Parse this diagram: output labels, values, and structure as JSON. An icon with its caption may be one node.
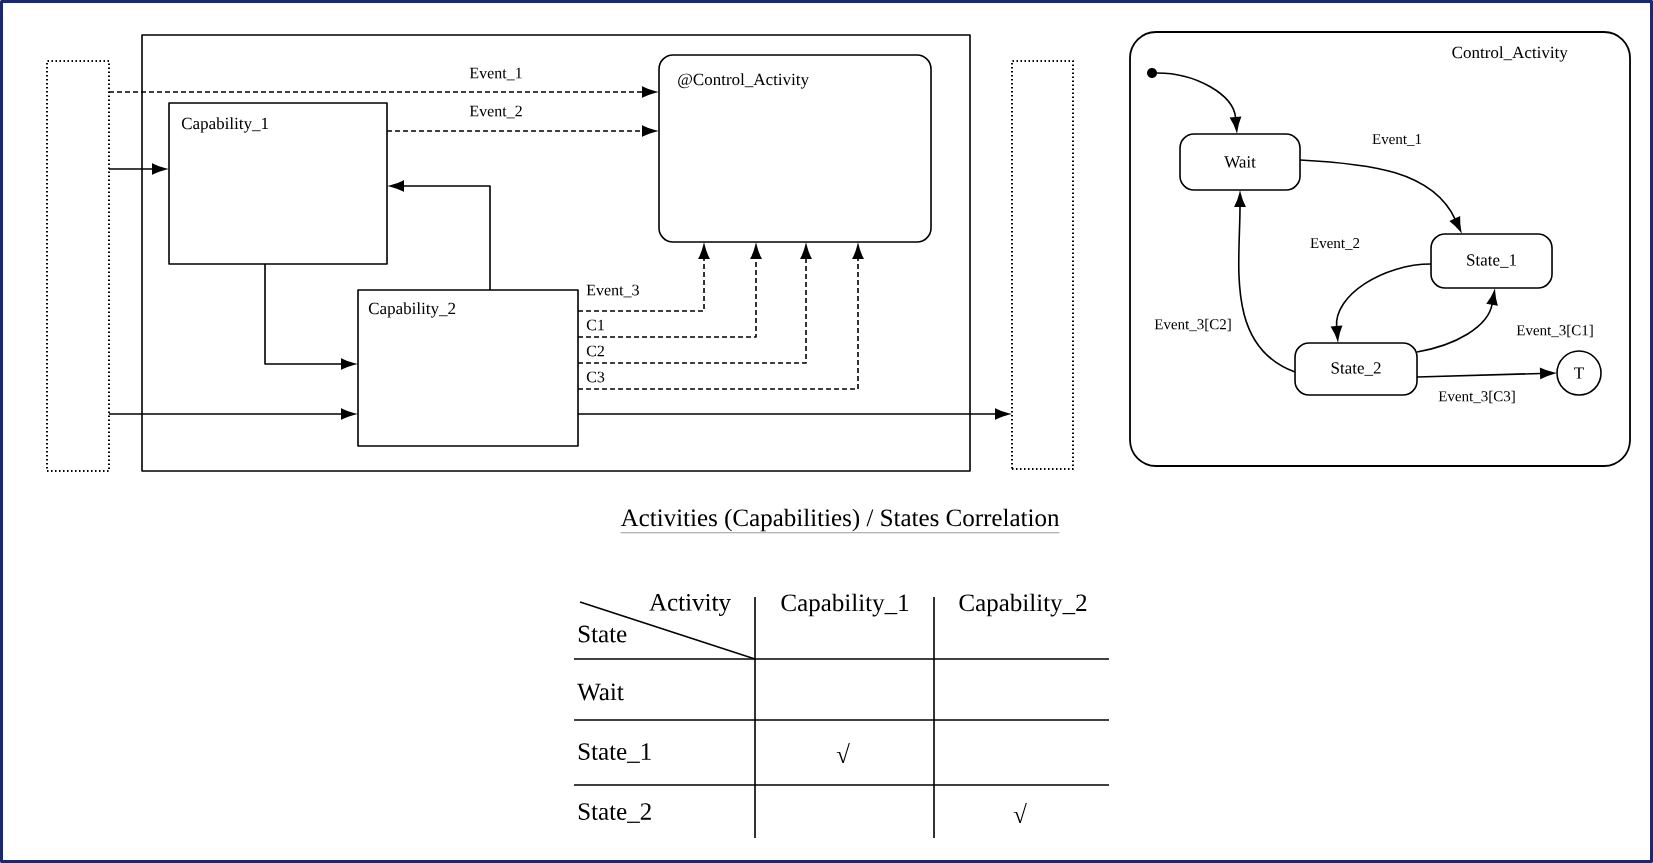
{
  "diagram": {
    "title": "Activities (Capabilities) / States Correlation",
    "nodes": [
      {
        "text": [],
        "shape": "box"
      },
      {
        "text": [],
        "shape": "box"
      },
      {
        "text": [
          "Capability_1"
        ],
        "in": 1
      },
      {
        "text": [
          "Capability_2"
        ],
        "in": 1
      },
      {
        "text": [
          "@Control_Activity"
        ],
        "in": 1
      },
      {
        "text": [],
        "shape": "box"
      },
      {
        "text": [
          "Control_Activity"
        ]
      },
      {
        "text": [],
        "shape": "circle",
        "in": 6
      },
      {
        "text": [
          "Wait"
        ],
        "in": 6
      },
      {
        "text": [
          "State_1"
        ],
        "in": 6
      },
      {
        "text": [
          "State_2"
        ],
        "in": 6
      },
      {
        "text": [
          "T"
        ],
        "in": 6
      }
    ],
    "edges": [
      {
        "from": 0,
        "to": 4,
        "arrow": "to",
        "label": "Event_1",
        "style": "dashed"
      },
      {
        "from": 2,
        "to": 4,
        "arrow": "to",
        "label": "Event_2",
        "style": "dashed"
      },
      {
        "from": 0,
        "to": 2,
        "arrow": "to"
      },
      {
        "from": 3,
        "to": 2,
        "arrow": "to"
      },
      {
        "from": 2,
        "to": 3,
        "arrow": "to"
      },
      {
        "from": 0,
        "to": 3,
        "arrow": "to"
      },
      {
        "from": 3,
        "to": 4,
        "arrow": "to",
        "label": "Event_3",
        "style": "dashed"
      },
      {
        "from": 3,
        "to": 4,
        "arrow": "to",
        "label": "C1",
        "style": "dashed"
      },
      {
        "from": 3,
        "to": 4,
        "arrow": "to",
        "label": "C2",
        "style": "dashed"
      },
      {
        "from": 3,
        "to": 4,
        "arrow": "to",
        "label": "C3",
        "style": "dashed"
      },
      {
        "from": 3,
        "to": 5,
        "arrow": "to"
      },
      {
        "from": 7,
        "to": 8,
        "arrow": "to"
      },
      {
        "from": 8,
        "to": 9,
        "arrow": "to",
        "label": "Event_1"
      },
      {
        "from": 9,
        "to": 10,
        "arrow": "to",
        "label": "Event_2"
      },
      {
        "from": 10,
        "to": 8,
        "arrow": "to",
        "label": "Event_3[C2]"
      },
      {
        "from": 10,
        "to": 9,
        "arrow": "to",
        "label": "Event_3[C1]"
      },
      {
        "from": 10,
        "to": 11,
        "arrow": "to",
        "label": "Event_3[C3]"
      }
    ],
    "labels": [
      "Activity",
      "State",
      "Capability_1",
      "Capability_2",
      "Wait",
      "State_1",
      "√",
      "State_2",
      "√"
    ]
  }
}
